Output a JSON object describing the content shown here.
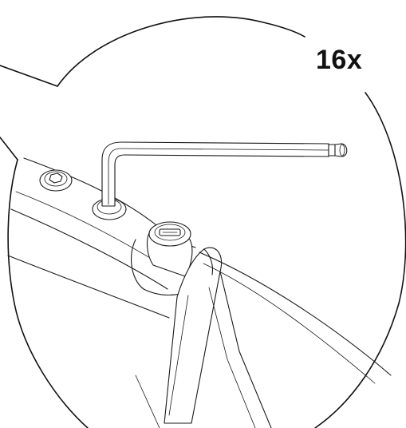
{
  "callout": {
    "quantity_label": "16x"
  },
  "parts": {
    "tool": "hex-key",
    "fastener": "hex-socket-bolt",
    "cap": "tube-end-cap"
  }
}
